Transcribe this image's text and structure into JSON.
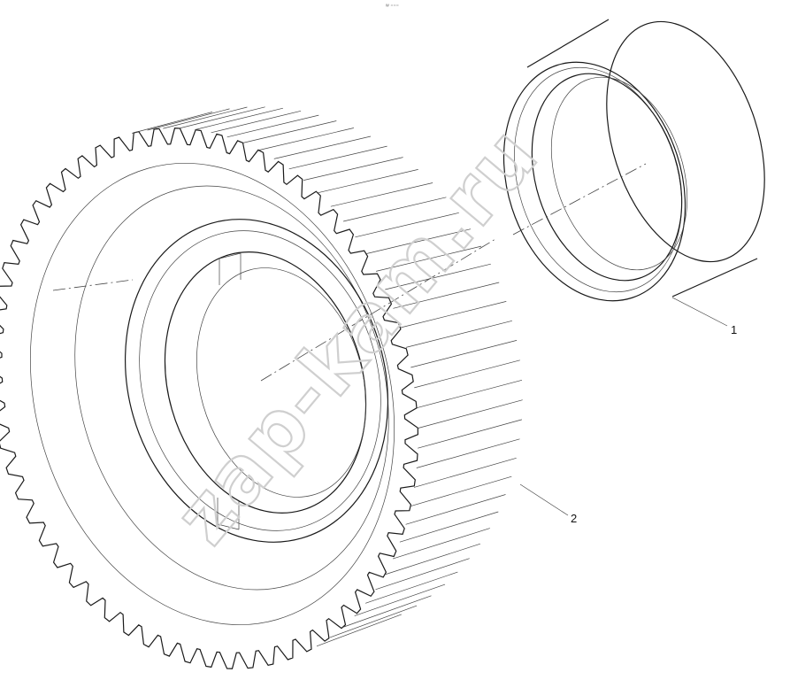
{
  "header_mark": "ᵂ ⁼⁼⁼",
  "watermark": "zap-kam.ru",
  "parts": [
    {
      "id": "sleeve",
      "label": "1"
    },
    {
      "id": "gear",
      "label": "2"
    }
  ],
  "colors": {
    "line": "#1a1a1a",
    "watermark": "#cfcfcf",
    "background": "#ffffff"
  }
}
